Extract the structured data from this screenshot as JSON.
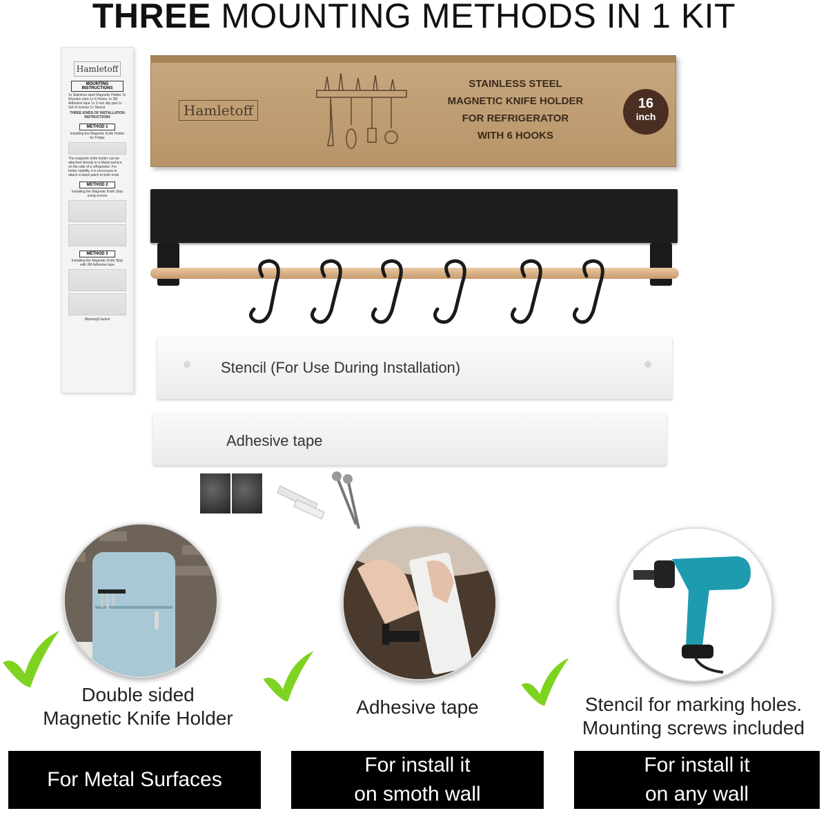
{
  "title": {
    "bold": "THREE",
    "rest": " MOUNTING METHODS IN 1 KIT"
  },
  "instruction_sheet": {
    "brand": "Hamletoff",
    "header": "MOUNTING INSTRUCTIONS",
    "contents": "1x Stainless steel Magnetic Holder 1x Wooden stick 1x 6 Hooks 1x 3M Adhesive tape 1x 2 non slip pad 1x Set of screws 1x Stencil",
    "kinds": "THREE KINDS OF INSTALLATION INSTRUCTIONS",
    "method1": "METHOD 1",
    "method1_title": "Installing the Magnetic Knife Holder for Fridge",
    "method1_text": "The magnetic knife holder can be attached directly to a Metal surface on the side of a refrigerator. For better stability, it is necessary to attach a black patch to both ends",
    "method2": "METHOD 2",
    "method2_title": "Installing the Magnetic Knife Strip using screws",
    "method3": "METHOD 3",
    "method3_title": "Installing the Magnetic Knife Strip with 3M Adhesive tape",
    "warning": "Warning/Caution"
  },
  "box": {
    "logo": "Hamletoff",
    "line1": "STAINLESS STEEL",
    "line2": "MAGNETIC KNIFE HOLDER",
    "line3": "FOR REFRIGERATOR",
    "line4": "WITH 6 HOOKS",
    "size_number": "16",
    "size_unit": "inch"
  },
  "stencil_label": "Stencil (For Use During Installation)",
  "tape_label": "Adhesive tape",
  "methods": [
    {
      "caption_line1": "Double sided",
      "caption_line2": "Magnetic Knife Holder",
      "banner_line1": "For Metal Surfaces",
      "banner_line2": ""
    },
    {
      "caption_line1": "Adhesive tape",
      "caption_line2": "",
      "banner_line1": "For install it",
      "banner_line2": "on smoth wall"
    },
    {
      "caption_line1": "Stencil for marking holes.",
      "caption_line2": "Mounting screws included",
      "banner_line1": "For install it",
      "banner_line2": "on any wall"
    }
  ],
  "colors": {
    "check": "#7ed321",
    "banner": "#000000",
    "box": "#c0a074"
  }
}
